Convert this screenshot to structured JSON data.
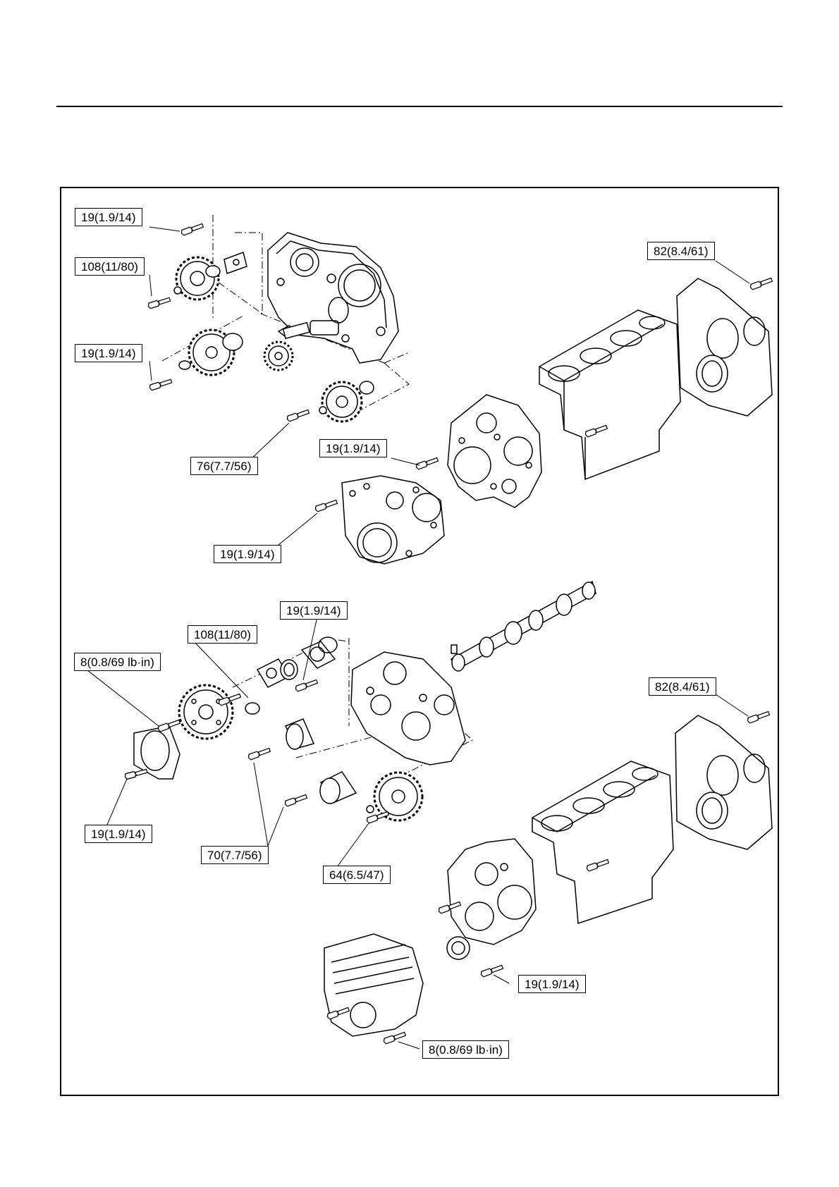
{
  "torque_labels": [
    {
      "id": "t1",
      "text": "19(1.9/14)"
    },
    {
      "id": "t2",
      "text": "108(11/80)"
    },
    {
      "id": "t3",
      "text": "19(1.9/14)"
    },
    {
      "id": "t4",
      "text": "82(8.4/61)"
    },
    {
      "id": "t5",
      "text": "76(7.7/56)"
    },
    {
      "id": "t6",
      "text": "19(1.9/14)"
    },
    {
      "id": "t7",
      "text": "19(1.9/14)"
    },
    {
      "id": "t8",
      "text": "19(1.9/14)"
    },
    {
      "id": "t9",
      "text": "108(11/80)"
    },
    {
      "id": "t10",
      "text": "8(0.8/69 lb·in)"
    },
    {
      "id": "t11",
      "text": "82(8.4/61)"
    },
    {
      "id": "t12",
      "text": "19(1.9/14)"
    },
    {
      "id": "t13",
      "text": "70(7.7/56)"
    },
    {
      "id": "t14",
      "text": "64(6.5/47)"
    },
    {
      "id": "t15",
      "text": "19(1.9/14)"
    },
    {
      "id": "t16",
      "text": "8(0.8/69 lb·in)"
    }
  ]
}
